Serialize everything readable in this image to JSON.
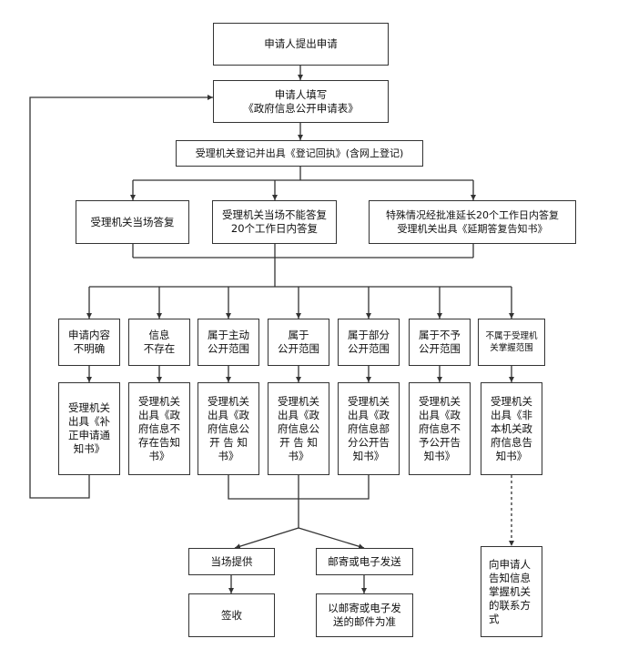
{
  "nodes": {
    "submit": "申请人提出申请",
    "fill_form": "申请人填写\n《政府信息公开申请表》",
    "register": "受理机关登记并出具《登记回执》(含网上登记)",
    "reply_on_spot": "受理机关当场答复",
    "reply_20_days": "受理机关当场不能答复\n20个工作日内答复",
    "extend": "特殊情况经批准延长20个工作日内答复\n受理机关出具《延期答复告知书》",
    "cat_unclear": "申请内容\n不明确",
    "cat_not_exist": "信息\n不存在",
    "cat_active": "属于主动\n公开范围",
    "cat_public": "属于\n公开范围",
    "cat_partial": "属于部分\n公开范围",
    "cat_not_public": "属于不予\n公开范围",
    "cat_not_agency": "不属于受理机\n关掌握范围",
    "doc_unclear": "受理机关\n出具《补\n正申请通\n知书》",
    "doc_not_exist": "受理机关\n出具《政\n府信息不\n存在告知\n书》",
    "doc_active": "受理机关\n出具《政\n府信息公\n开 告 知\n书》",
    "doc_public": "受理机关\n出具《政\n府信息公\n开 告 知\n书》",
    "doc_partial": "受理机关\n出具《政\n府信息部\n分公开告\n知书》",
    "doc_not_public": "受理机关\n出具《政\n府信息不\n予公开告\n知书》",
    "doc_not_agency": "受理机关\n出具《非\n本机关政\n府信息告\n知书》",
    "provide_on_spot": "当场提供",
    "mail": "邮寄或电子发送",
    "sign": "签收",
    "mail_standard": "以邮寄或电子发\n送的邮件为准",
    "notify_contact": "向申请人\n告知信息\n掌握机关\n的联系方\n式"
  }
}
